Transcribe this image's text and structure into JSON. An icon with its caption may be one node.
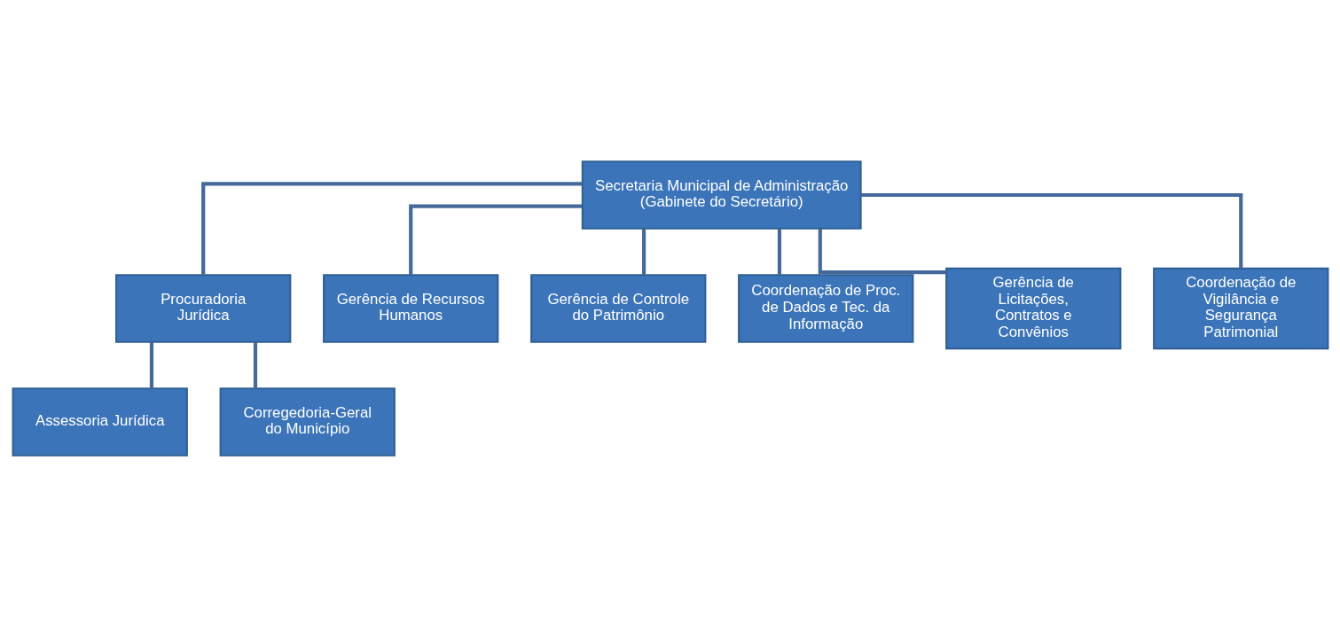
{
  "diagram": {
    "nodes": [
      {
        "text": [
          "Secretaria Municipal de Administração (Gabinete do Secretário)"
        ]
      },
      {
        "text": [
          "Procuradoria Jurídica"
        ]
      },
      {
        "text": [
          "Assessoria Jurídica"
        ]
      },
      {
        "text": [
          "Corregedoria-Geral do Município"
        ]
      },
      {
        "text": [
          "Gerência de Recursos Humanos"
        ]
      },
      {
        "text": [
          "Gerência de Controle do Patrimônio"
        ]
      },
      {
        "text": [
          "Coordenação de Proc. de Dados e Tec. da Informação"
        ]
      },
      {
        "text": [
          "Gerência de Licitações, Contratos e Convênios"
        ]
      },
      {
        "text": [
          "Coordenação de Vigilância e Segurança Patrimonial"
        ]
      }
    ],
    "edges": [
      {
        "from": 0,
        "to": 1,
        "arrow": "none"
      },
      {
        "from": 1,
        "to": 2,
        "arrow": "none"
      },
      {
        "from": 1,
        "to": 3,
        "arrow": "none"
      },
      {
        "from": 0,
        "to": 4,
        "arrow": "none"
      },
      {
        "from": 0,
        "to": 5,
        "arrow": "none"
      },
      {
        "from": 0,
        "to": 6,
        "arrow": "none"
      },
      {
        "from": 0,
        "to": 7,
        "arrow": "none"
      },
      {
        "from": 0,
        "to": 8,
        "arrow": "none"
      }
    ]
  }
}
